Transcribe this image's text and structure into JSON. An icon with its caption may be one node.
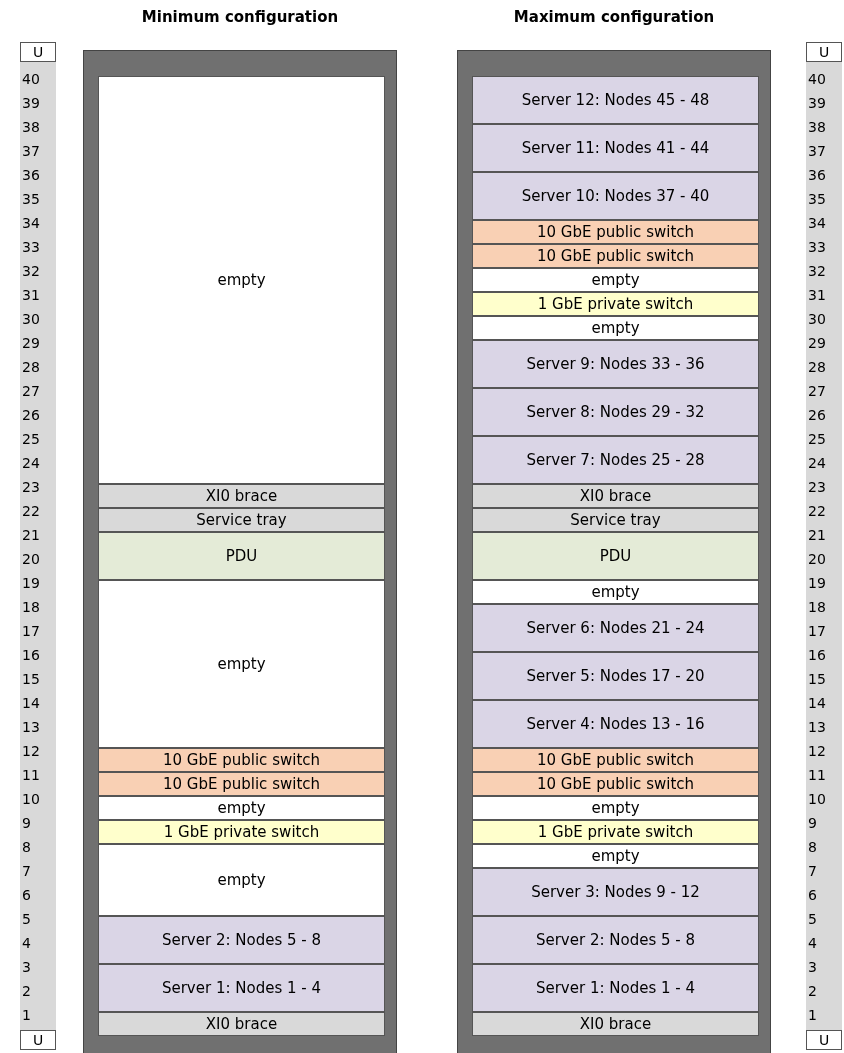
{
  "diagram": {
    "nodes": [
      {
        "text": [
          "Minimum configuration"
        ]
      },
      {
        "text": [
          "empty"
        ],
        "in": 0
      },
      {
        "text": [
          "XI0 brace"
        ],
        "in": 0
      },
      {
        "text": [
          "Service tray"
        ],
        "in": 0
      },
      {
        "text": [
          "PDU"
        ],
        "in": 0
      },
      {
        "text": [
          "empty"
        ],
        "in": 0
      },
      {
        "text": [
          "10 GbE public switch"
        ],
        "in": 0
      },
      {
        "text": [
          "10 GbE public switch"
        ],
        "in": 0
      },
      {
        "text": [
          "empty"
        ],
        "in": 0
      },
      {
        "text": [
          "1 GbE private switch"
        ],
        "in": 0
      },
      {
        "text": [
          "empty"
        ],
        "in": 0
      },
      {
        "text": [
          "Server 2: Nodes 5 - 8"
        ],
        "in": 0
      },
      {
        "text": [
          "Server 1: Nodes 1 - 4"
        ],
        "in": 0
      },
      {
        "text": [
          "XI0 brace"
        ],
        "in": 0
      },
      {
        "text": [
          "Maximum configuration"
        ]
      },
      {
        "text": [
          "Server 12: Nodes 45 - 48"
        ],
        "in": 14
      },
      {
        "text": [
          "Server 11: Nodes 41 - 44"
        ],
        "in": 14
      },
      {
        "text": [
          "Server 10: Nodes 37 - 40"
        ],
        "in": 14
      },
      {
        "text": [
          "10 GbE public switch"
        ],
        "in": 14
      },
      {
        "text": [
          "10 GbE public switch"
        ],
        "in": 14
      },
      {
        "text": [
          "empty"
        ],
        "in": 14
      },
      {
        "text": [
          "1 GbE private switch"
        ],
        "in": 14
      },
      {
        "text": [
          "empty"
        ],
        "in": 14
      },
      {
        "text": [
          "Server 9: Nodes 33 - 36"
        ],
        "in": 14
      },
      {
        "text": [
          "Server 8: Nodes 29 - 32"
        ],
        "in": 14
      },
      {
        "text": [
          "Server 7: Nodes 25 - 28"
        ],
        "in": 14
      },
      {
        "text": [
          "XI0 brace"
        ],
        "in": 14
      },
      {
        "text": [
          "Service tray"
        ],
        "in": 14
      },
      {
        "text": [
          "PDU"
        ],
        "in": 14
      },
      {
        "text": [
          "empty"
        ],
        "in": 14
      },
      {
        "text": [
          "Server 6: Nodes 21 - 24"
        ],
        "in": 14
      },
      {
        "text": [
          "Server 5: Nodes 17 - 20"
        ],
        "in": 14
      },
      {
        "text": [
          "Server 4: Nodes 13 - 16"
        ],
        "in": 14
      },
      {
        "text": [
          "10 GbE public switch"
        ],
        "in": 14
      },
      {
        "text": [
          "10 GbE public switch"
        ],
        "in": 14
      },
      {
        "text": [
          "empty"
        ],
        "in": 14
      },
      {
        "text": [
          "1 GbE private switch"
        ],
        "in": 14
      },
      {
        "text": [
          "empty"
        ],
        "in": 14
      },
      {
        "text": [
          "Server 3: Nodes 9 - 12"
        ],
        "in": 14
      },
      {
        "text": [
          "Server 2: Nodes 5 - 8"
        ],
        "in": 14
      },
      {
        "text": [
          "Server 1: Nodes 1 - 4"
        ],
        "in": 14
      },
      {
        "text": [
          "XI0 brace"
        ],
        "in": 14
      }
    ],
    "edges": [],
    "labels": [
      "U",
      "40",
      "39",
      "38",
      "37",
      "36",
      "35",
      "34",
      "33",
      "32",
      "31",
      "30",
      "29",
      "28",
      "27",
      "26",
      "25",
      "24",
      "23",
      "22",
      "21",
      "20",
      "19",
      "18",
      "17",
      "16",
      "15",
      "14",
      "13",
      "12",
      "11",
      "10",
      "9",
      "8",
      "7",
      "6",
      "5",
      "4",
      "3",
      "2",
      "1",
      "U",
      "U",
      "40",
      "39",
      "38",
      "37",
      "36",
      "35",
      "34",
      "33",
      "32",
      "31",
      "30",
      "29",
      "28",
      "27",
      "26",
      "25",
      "24",
      "23",
      "22",
      "21",
      "20",
      "19",
      "18",
      "17",
      "16",
      "15",
      "14",
      "13",
      "12",
      "11",
      "10",
      "9",
      "8",
      "7",
      "6",
      "5",
      "4",
      "3",
      "2",
      "1",
      "U"
    ]
  }
}
